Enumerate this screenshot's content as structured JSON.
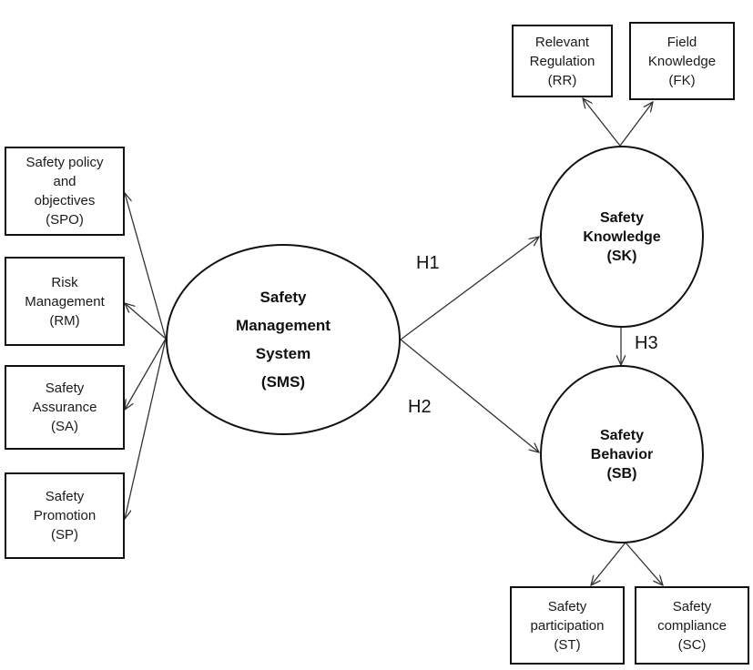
{
  "center": {
    "lines": [
      "Safety",
      "Management",
      "System",
      "(SMS)"
    ]
  },
  "left_boxes": [
    {
      "lines": [
        "Safety policy",
        "and",
        "objectives",
        "(SPO)"
      ]
    },
    {
      "lines": [
        "Risk",
        "Management",
        "(RM)"
      ]
    },
    {
      "lines": [
        "Safety",
        "Assurance",
        "(SA)"
      ]
    },
    {
      "lines": [
        "Safety",
        "Promotion",
        "(SP)"
      ]
    }
  ],
  "knowledge": {
    "lines": [
      "Safety",
      "Knowledge",
      "(SK)"
    ]
  },
  "behavior": {
    "lines": [
      "Safety",
      "Behavior",
      "(SB)"
    ]
  },
  "knowledge_boxes": [
    {
      "lines": [
        "Relevant",
        "Regulation",
        "(RR)"
      ]
    },
    {
      "lines": [
        "Field",
        "Knowledge",
        "(FK)"
      ]
    }
  ],
  "behavior_boxes": [
    {
      "lines": [
        "Safety",
        "participation",
        "(ST)"
      ]
    },
    {
      "lines": [
        "Safety",
        "compliance",
        "(SC)"
      ]
    }
  ],
  "hypotheses": {
    "h1": "H1",
    "h2": "H2",
    "h3": "H3"
  }
}
